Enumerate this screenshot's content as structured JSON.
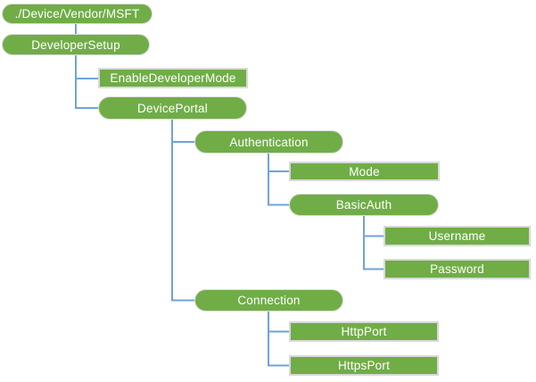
{
  "diagram": {
    "type": "tree",
    "colors": {
      "node_fill": "#70AD47",
      "node_text": "#FFFFFF",
      "rect_border": "#D9D9D9",
      "pill_border": "#DCDCDC",
      "connector": "#6FA3DC",
      "background": "#FFFFFF"
    },
    "nodes": [
      {
        "label": "./Device/Vendor/MSFT",
        "shape": "pill",
        "parent": null
      },
      {
        "label": "DeveloperSetup",
        "shape": "pill",
        "parent": "./Device/Vendor/MSFT"
      },
      {
        "label": "EnableDeveloperMode",
        "shape": "rect",
        "parent": "DeveloperSetup"
      },
      {
        "label": "DevicePortal",
        "shape": "pill",
        "parent": "DeveloperSetup"
      },
      {
        "label": "Authentication",
        "shape": "pill",
        "parent": "DevicePortal"
      },
      {
        "label": "Mode",
        "shape": "rect",
        "parent": "Authentication"
      },
      {
        "label": "BasicAuth",
        "shape": "pill",
        "parent": "Authentication"
      },
      {
        "label": "Username",
        "shape": "rect",
        "parent": "BasicAuth"
      },
      {
        "label": "Password",
        "shape": "rect",
        "parent": "BasicAuth"
      },
      {
        "label": "Connection",
        "shape": "pill",
        "parent": "DevicePortal"
      },
      {
        "label": "HttpPort",
        "shape": "rect",
        "parent": "Connection"
      },
      {
        "label": "HttpsPort",
        "shape": "rect",
        "parent": "Connection"
      }
    ]
  }
}
